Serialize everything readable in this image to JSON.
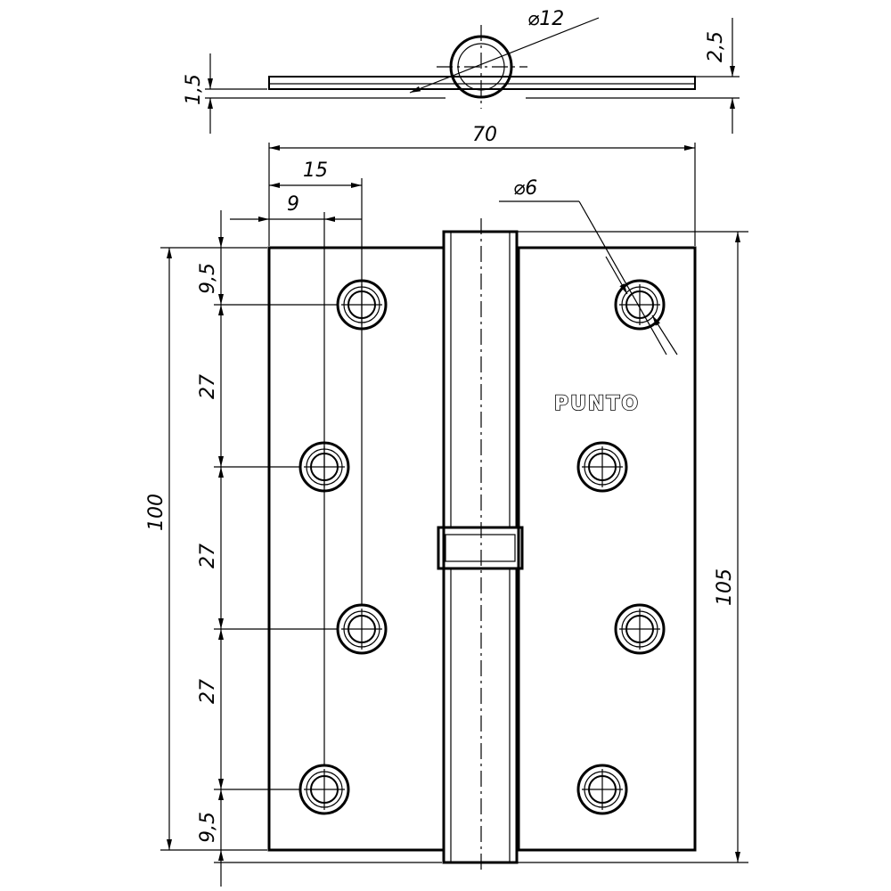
{
  "brand_mark": "PUNTO",
  "side_view": {
    "pin_diameter": "⌀12",
    "leaf_thickness": "1,5",
    "pin_protrusion": "2,5"
  },
  "front_view": {
    "overall_width": "70",
    "edge_to_hole_center": "15",
    "edge_to_offset_hole": "9",
    "hole_diameter": "⌀6",
    "top_margin": "9,5",
    "spacing_1": "27",
    "spacing_2": "27",
    "spacing_3": "27",
    "bottom_margin": "9,5",
    "leaf_height": "100",
    "overall_height": "105"
  },
  "colors": {
    "line": "#000000",
    "background": "#ffffff"
  }
}
